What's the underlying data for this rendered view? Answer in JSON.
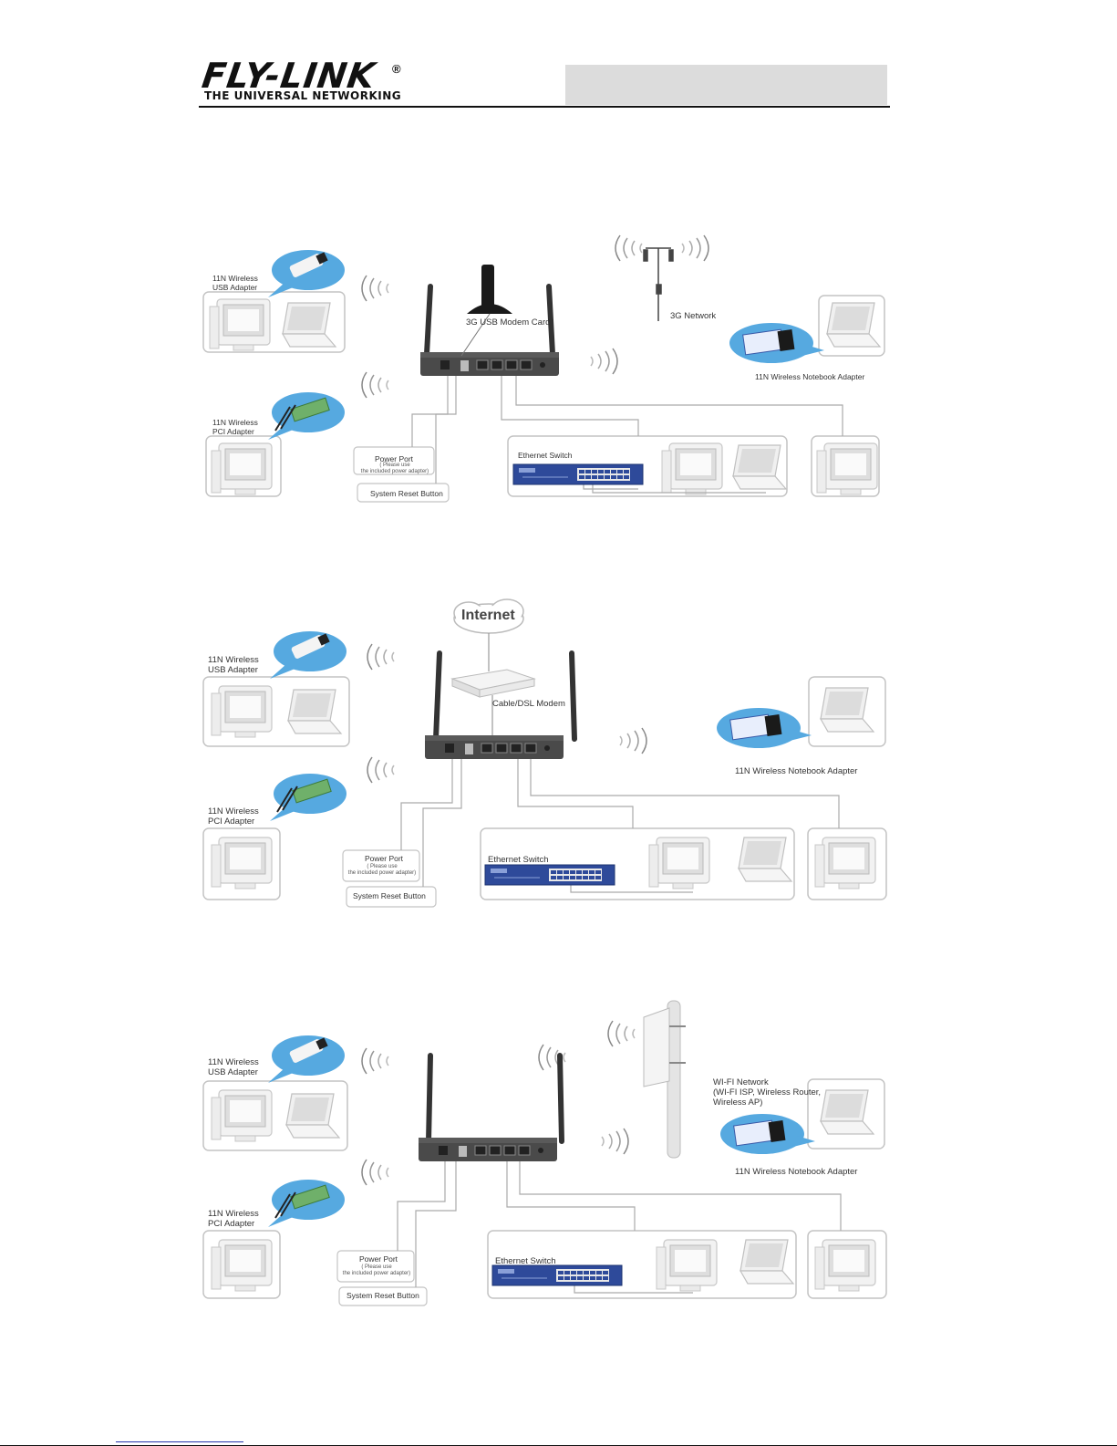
{
  "header": {
    "brand": "FLY-LINK",
    "trademark": "®",
    "tagline": "THE UNIVERSAL NETWORKING"
  },
  "icons": [
    "router-icon",
    "antenna-icon",
    "pc-icon",
    "laptop-icon",
    "usb-adapter-icon",
    "pci-adapter-icon",
    "notebook-card-icon",
    "switch-icon",
    "modem-icon",
    "tower-icon",
    "cloud-icon",
    "signal-waves-icon"
  ],
  "diagrams": [
    {
      "usb_adapter": "11N Wireless\nUSB Adapter",
      "pci_adapter": "11N Wireless\nPCI Adapter",
      "uplink": "3G USB Modem Card",
      "network": "3G Network",
      "notebook_adapter": "11N Wireless Notebook Adapter",
      "switch": "Ethernet Switch",
      "power_port": "Power Port",
      "power_note": "( Please use\nthe included power adapter)",
      "reset": "System Reset Button"
    },
    {
      "usb_adapter": "11N Wireless\nUSB Adapter",
      "pci_adapter": "11N Wireless\nPCI Adapter",
      "cloud": "Internet",
      "modem": "Cable/DSL Modem",
      "notebook_adapter": "11N Wireless Notebook Adapter",
      "switch": "Ethernet Switch",
      "power_port": "Power Port",
      "power_note": "( Please use\nthe included power adapter)",
      "reset": "System Reset Button"
    },
    {
      "usb_adapter": "11N Wireless\nUSB Adapter",
      "pci_adapter": "11N Wireless\nPCI Adapter",
      "network": "WI-FI Network\n(WI-FI ISP, Wireless Router,\nWireless AP)",
      "notebook_adapter": "11N Wireless Notebook Adapter",
      "switch": "Ethernet Switch",
      "power_port": "Power Port",
      "power_note": "( Please use\nthe included power adapter)",
      "reset": "System Reset Button"
    }
  ]
}
